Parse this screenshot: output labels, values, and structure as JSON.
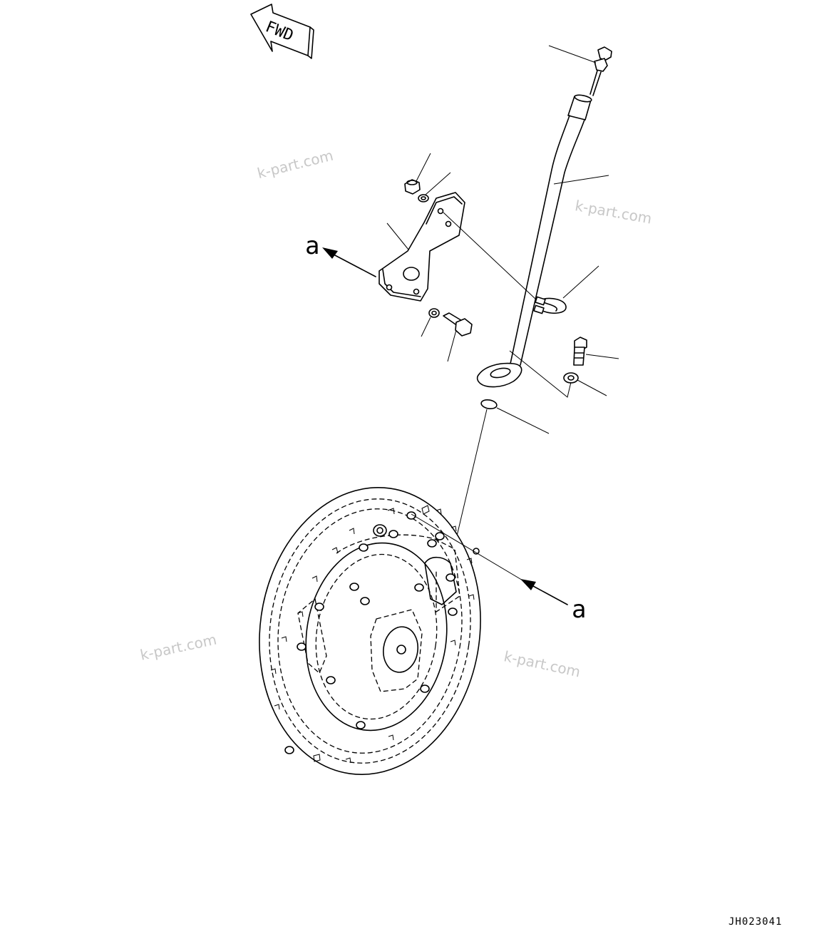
{
  "direction_marker": {
    "label": "FWD"
  },
  "callouts": {
    "arrow_a_upper": "a",
    "arrow_a_lower": "a"
  },
  "watermarks": [
    "k-part.com",
    "k-part.com",
    "k-part.com",
    "k-part.com"
  ],
  "drawing_code": "JH023041",
  "colors": {
    "line": "#000000",
    "watermark": "#c8c8c8",
    "background": "#ffffff"
  }
}
